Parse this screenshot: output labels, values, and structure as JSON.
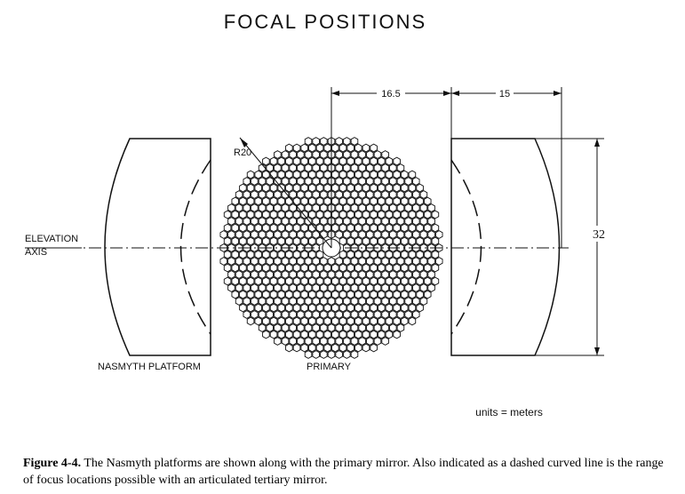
{
  "title": "FOCAL POSITIONS",
  "labels": {
    "elevation": "ELEVATION",
    "axis": "AXIS",
    "nasmyth": "NASMYTH PLATFORM",
    "primary": "PRIMARY",
    "radius": "R20",
    "units": "units = meters"
  },
  "dimensions": {
    "d1": "16.5",
    "d2": "15",
    "d3": "32"
  },
  "caption": {
    "figure": "Figure 4-4.",
    "text": "The Nasmyth platforms are shown along with the primary mirror. Also indicated as a dashed curved line is the range of focus locations possible with an articulated tertiary mirror."
  },
  "colors": {
    "line": "#111111"
  }
}
